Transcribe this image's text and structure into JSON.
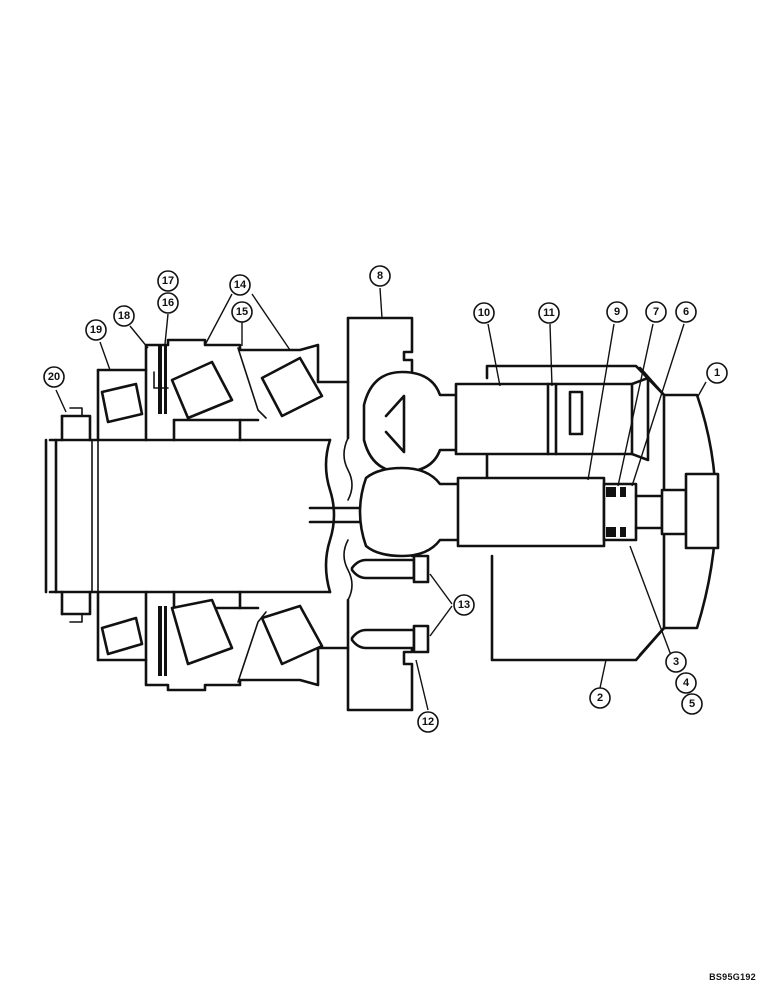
{
  "drawing": {
    "code": "BS95G192",
    "callouts": [
      "1",
      "2",
      "3",
      "4",
      "5",
      "6",
      "7",
      "8",
      "9",
      "10",
      "11",
      "12",
      "13",
      "14",
      "15",
      "16",
      "17",
      "18",
      "19",
      "20"
    ]
  }
}
